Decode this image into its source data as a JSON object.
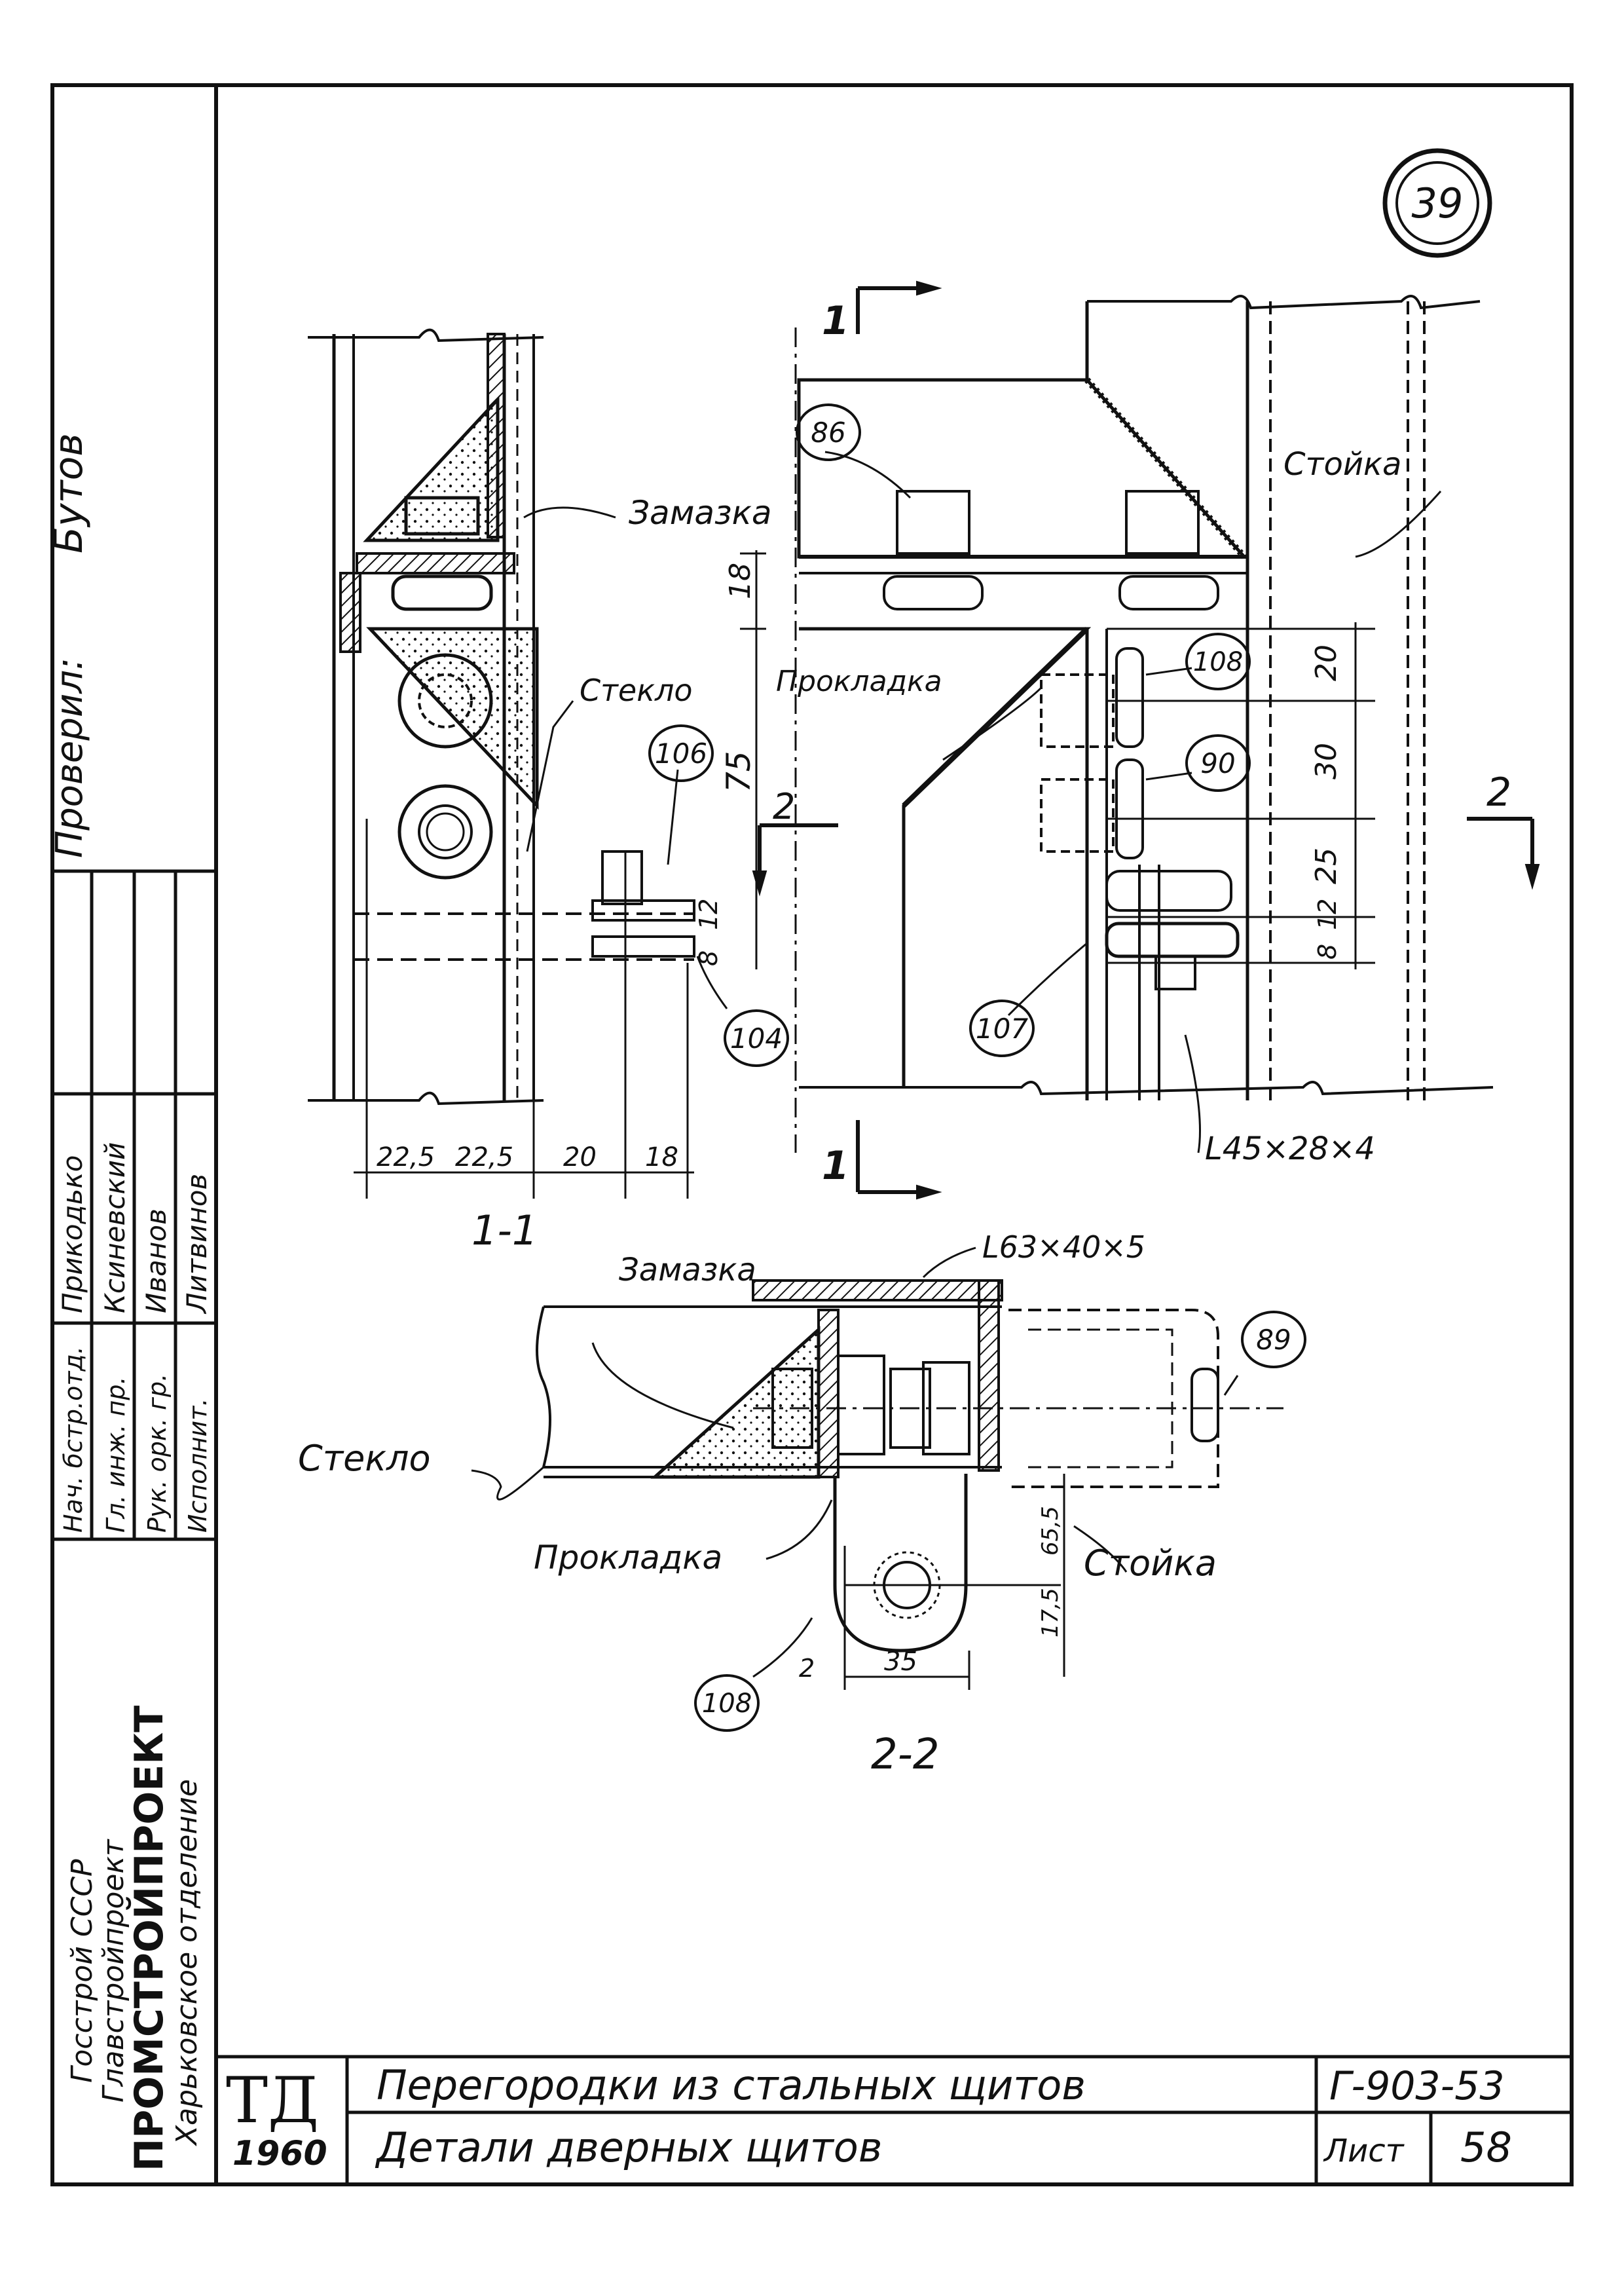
{
  "sheet_number_circle": "39",
  "side_stamp": {
    "checked_label": "Проверил:",
    "checked_name": "Бутов",
    "staff": [
      {
        "role": "Нач. бстр.отд.",
        "name": "Прикодько"
      },
      {
        "role": "Гл. инж. пр.",
        "name": "Ксиневский"
      },
      {
        "role": "Рук. орк. гр.",
        "name": "Иванов"
      },
      {
        "role": "Исполнит.",
        "name": "Литвинов"
      }
    ],
    "org_line1": "Госстрой СССР",
    "org_line2": "Главстройпроект",
    "org_name": "ПРОМСТРОЙПРОЕКТ",
    "org_dept": "Харьковское отделение"
  },
  "title_block": {
    "mark": "ТД",
    "year": "1960",
    "title": "Перегородки из стальных щитов",
    "subtitle": "Детали дверных щитов",
    "code": "Г-903-53",
    "sheet_label": "Лист",
    "sheet_no": "58"
  },
  "section_1_1": {
    "label": "1-1",
    "zamazka": "Замазка",
    "steklo": "Стекло",
    "callout_106": "106",
    "callout_104": "104",
    "dim_18": "18",
    "dim_75": "75",
    "dim_8": "8",
    "dim_12": "12",
    "bottom_dims": [
      "22,5",
      "22,5",
      "20",
      "18"
    ]
  },
  "elevation": {
    "cut_mark_top": "1",
    "cut_mark_bottom": "1",
    "cut_mark_left": "2",
    "cut_mark_right": "2",
    "callout_86": "86",
    "callout_108": "108",
    "callout_90": "90",
    "callout_107": "107",
    "prokladka": "Прокладка",
    "stoika": "Стойка",
    "dims": [
      "20",
      "30",
      "25",
      "8",
      "12"
    ],
    "angle_label": "L45×28×4"
  },
  "section_2_2": {
    "label": "2-2",
    "angle_label": "L63×40×5",
    "zamazka": "Замазка",
    "steklo": "Стекло",
    "prokladka": "Прокладка",
    "stoika": "Стойка",
    "callout_89": "89",
    "callout_108": "108",
    "dim_65_5": "65,5",
    "dim_17_5": "17,5",
    "dim_35": "35",
    "dim_2": "2"
  }
}
